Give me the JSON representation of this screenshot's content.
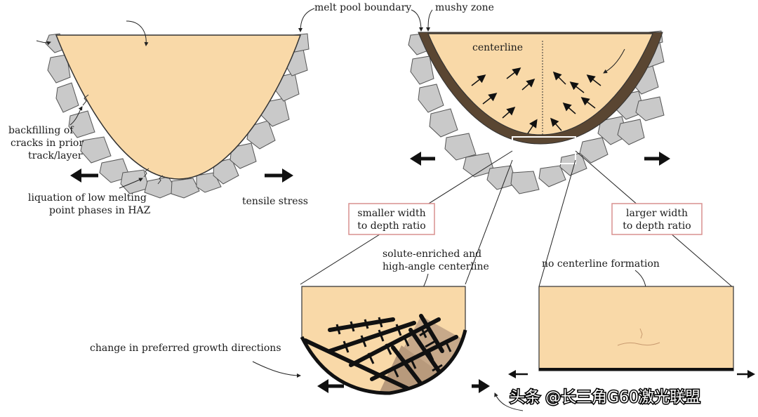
{
  "labels": {
    "melt_pool_boundary": "melt pool boundary",
    "mushy_zone": "mushy zone",
    "centerline": "centerline",
    "backfilling": [
      "backfilling of",
      "cracks in prior",
      "track/layer"
    ],
    "liquation": [
      "liquation of low melting",
      "point phases in HAZ"
    ],
    "tensile_stress": "tensile stress",
    "smaller_ratio": [
      "smaller width",
      "to depth ratio"
    ],
    "larger_ratio": [
      "larger width",
      "to depth ratio"
    ],
    "solute_enriched": [
      "solute-enriched and",
      "high-angle centerline"
    ],
    "no_centerline": "no centerline formation",
    "growth_directions": "change in preferred growth directions"
  },
  "watermark": "头条 @长三角G60激光联盟",
  "colors": {
    "pool": "#f9d9a8",
    "pool_stroke": "#333333",
    "grain": "#c9c9c9",
    "grain_stroke": "#555555",
    "box_stroke": "#d9908f",
    "dendrite": "#111111",
    "dendrite_region": "#c7a98a"
  },
  "icons": [
    "arrow-left-icon",
    "arrow-right-icon",
    "arrow-up-icon"
  ]
}
